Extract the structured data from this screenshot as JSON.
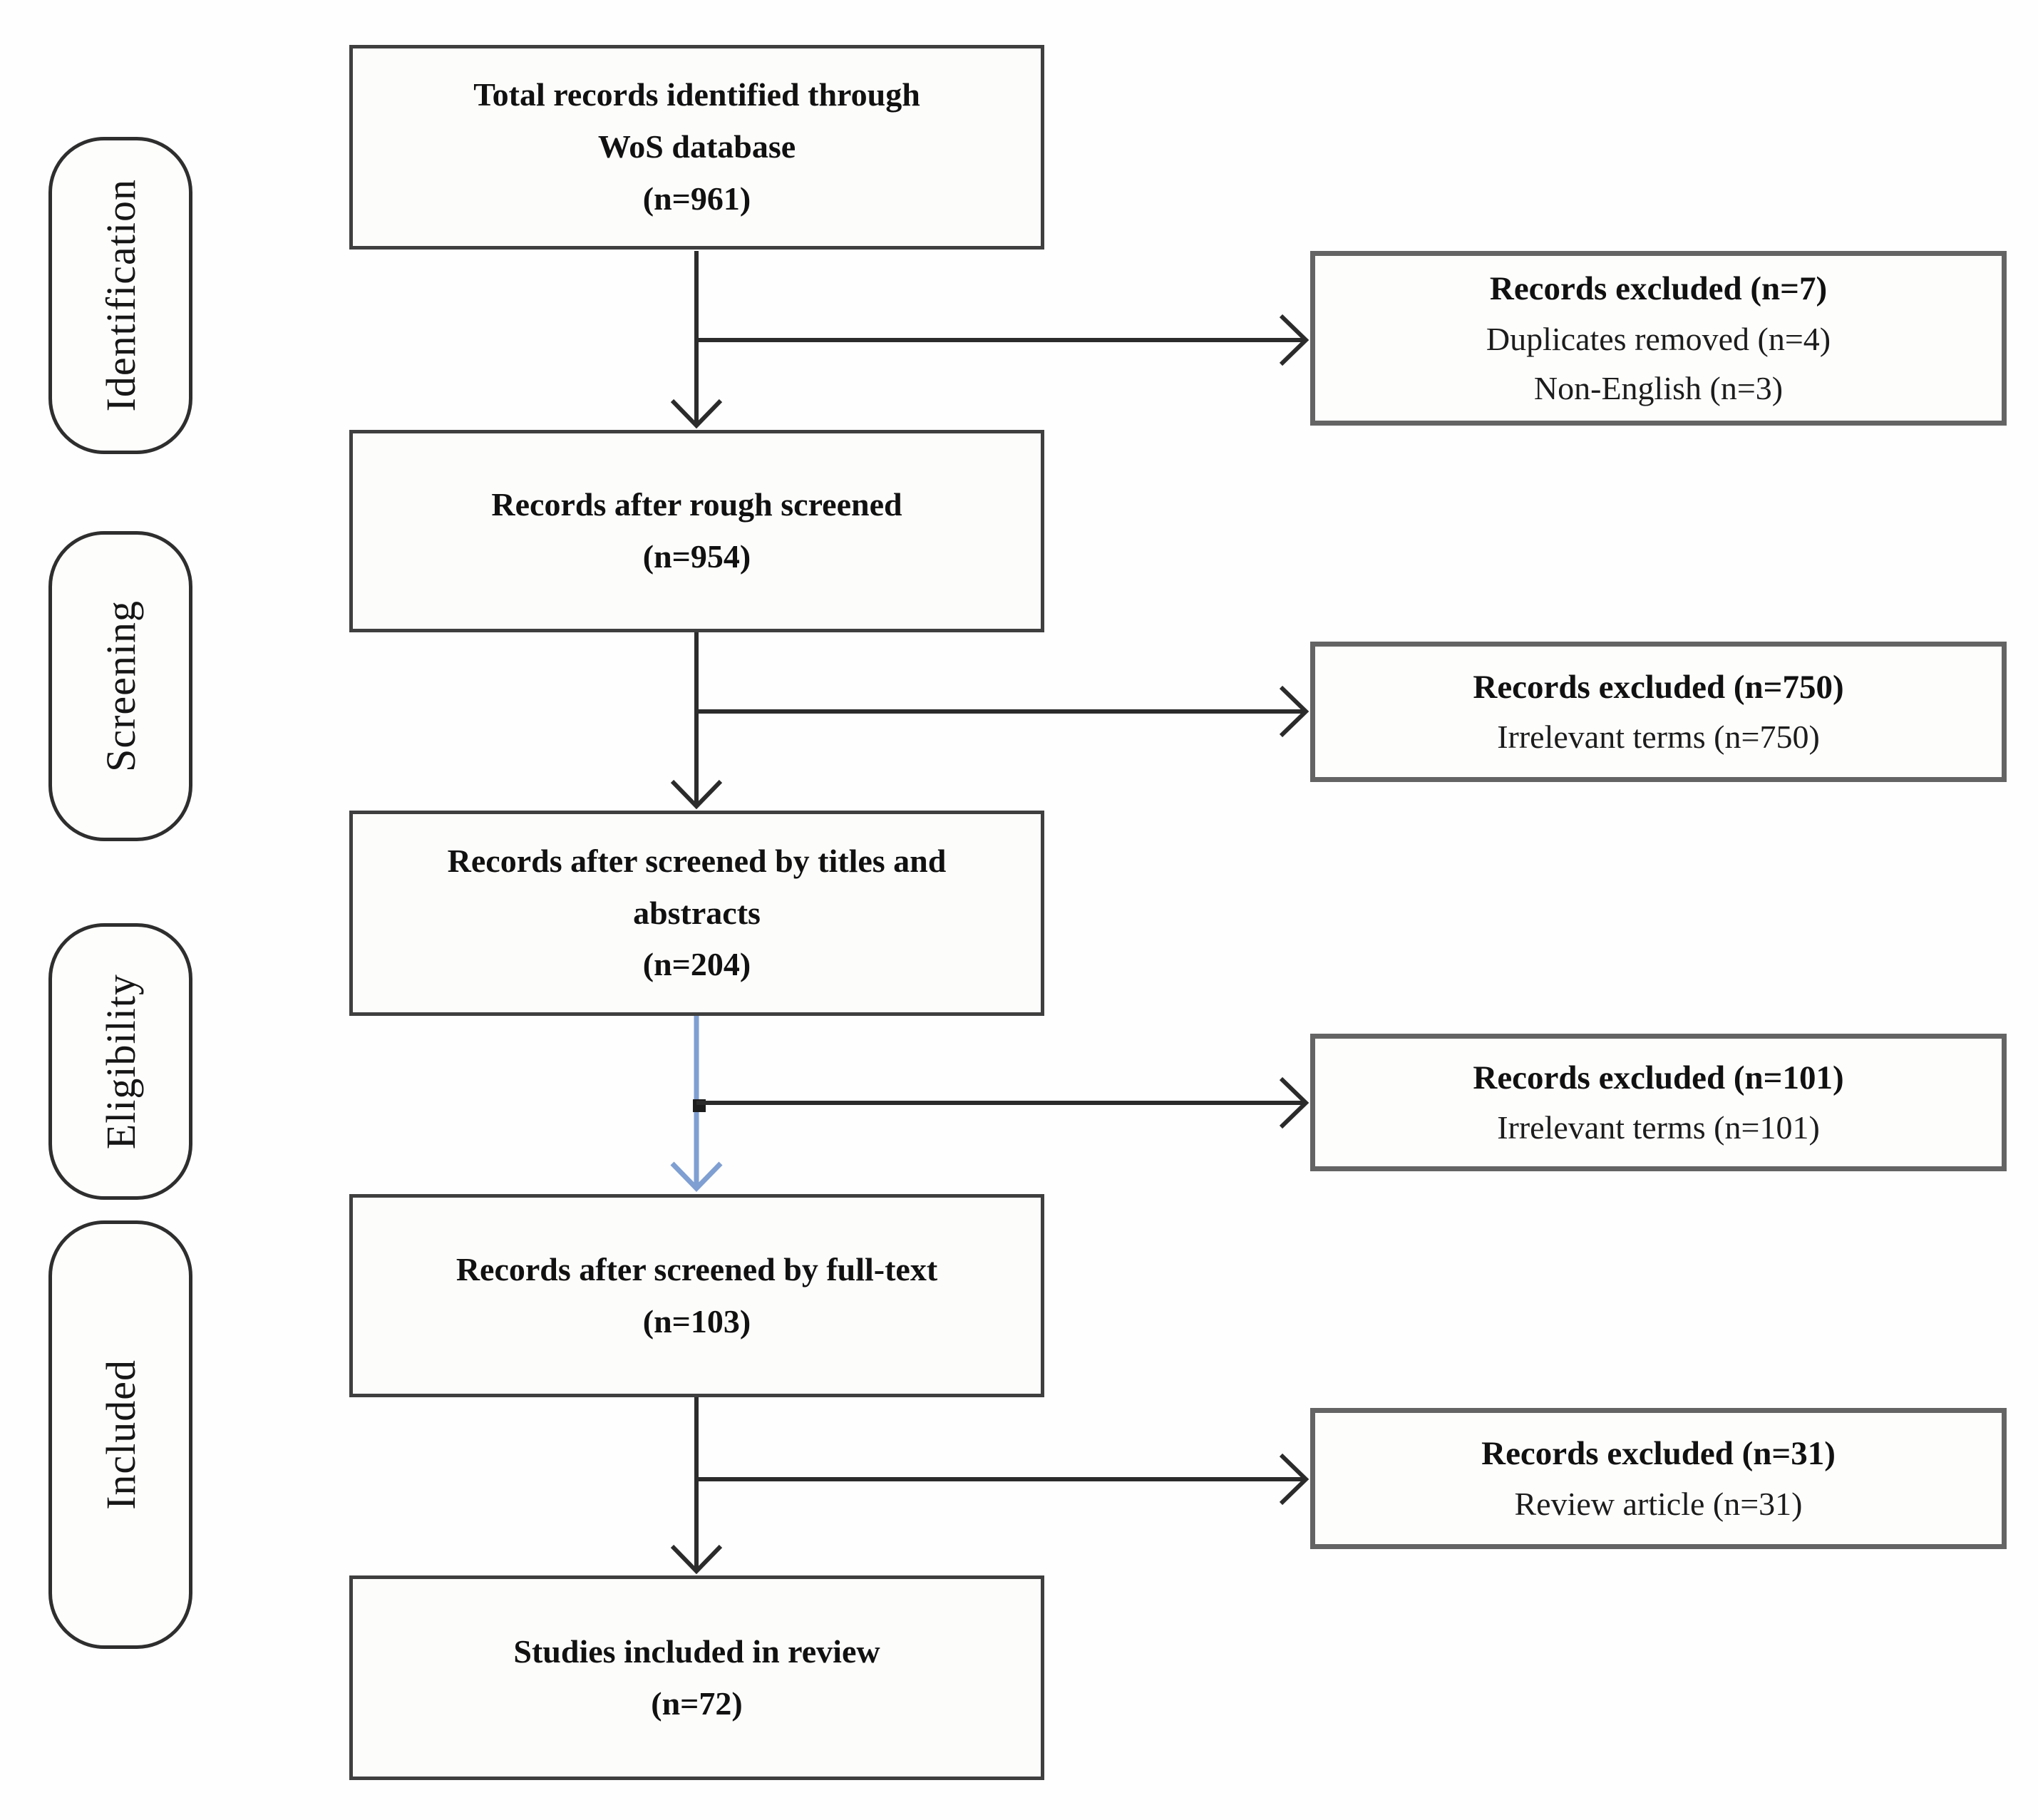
{
  "diagram": {
    "phases": [
      {
        "label": "Identification"
      },
      {
        "label": "Screening"
      },
      {
        "label": "Eligibility"
      },
      {
        "label": "Included"
      }
    ],
    "main_boxes": [
      {
        "label": "Total records identified through WoS database",
        "count": "(n=961)"
      },
      {
        "label": "Records after rough screened",
        "count": "(n=954)"
      },
      {
        "label": "Records after screened by titles and abstracts",
        "count": "(n=204)"
      },
      {
        "label": "Records after screened by full-text",
        "count": "(n=103)"
      },
      {
        "label": "Studies included in review",
        "count": "(n=72)"
      }
    ],
    "exclusion_boxes": [
      {
        "title": "Records excluded (n=7)",
        "details": [
          "Duplicates removed (n=4)",
          "Non-English (n=3)"
        ]
      },
      {
        "title": "Records excluded (n=750)",
        "details": [
          "Irrelevant terms (n=750)"
        ]
      },
      {
        "title": "Records excluded (n=101)",
        "details": [
          "Irrelevant terms (n=101)"
        ]
      },
      {
        "title": "Records excluded (n=31)",
        "details": [
          "Review article (n=31)"
        ]
      }
    ],
    "colors": {
      "line": "#2b2b2b",
      "highlight_arrow": "#7f9fd2"
    }
  }
}
